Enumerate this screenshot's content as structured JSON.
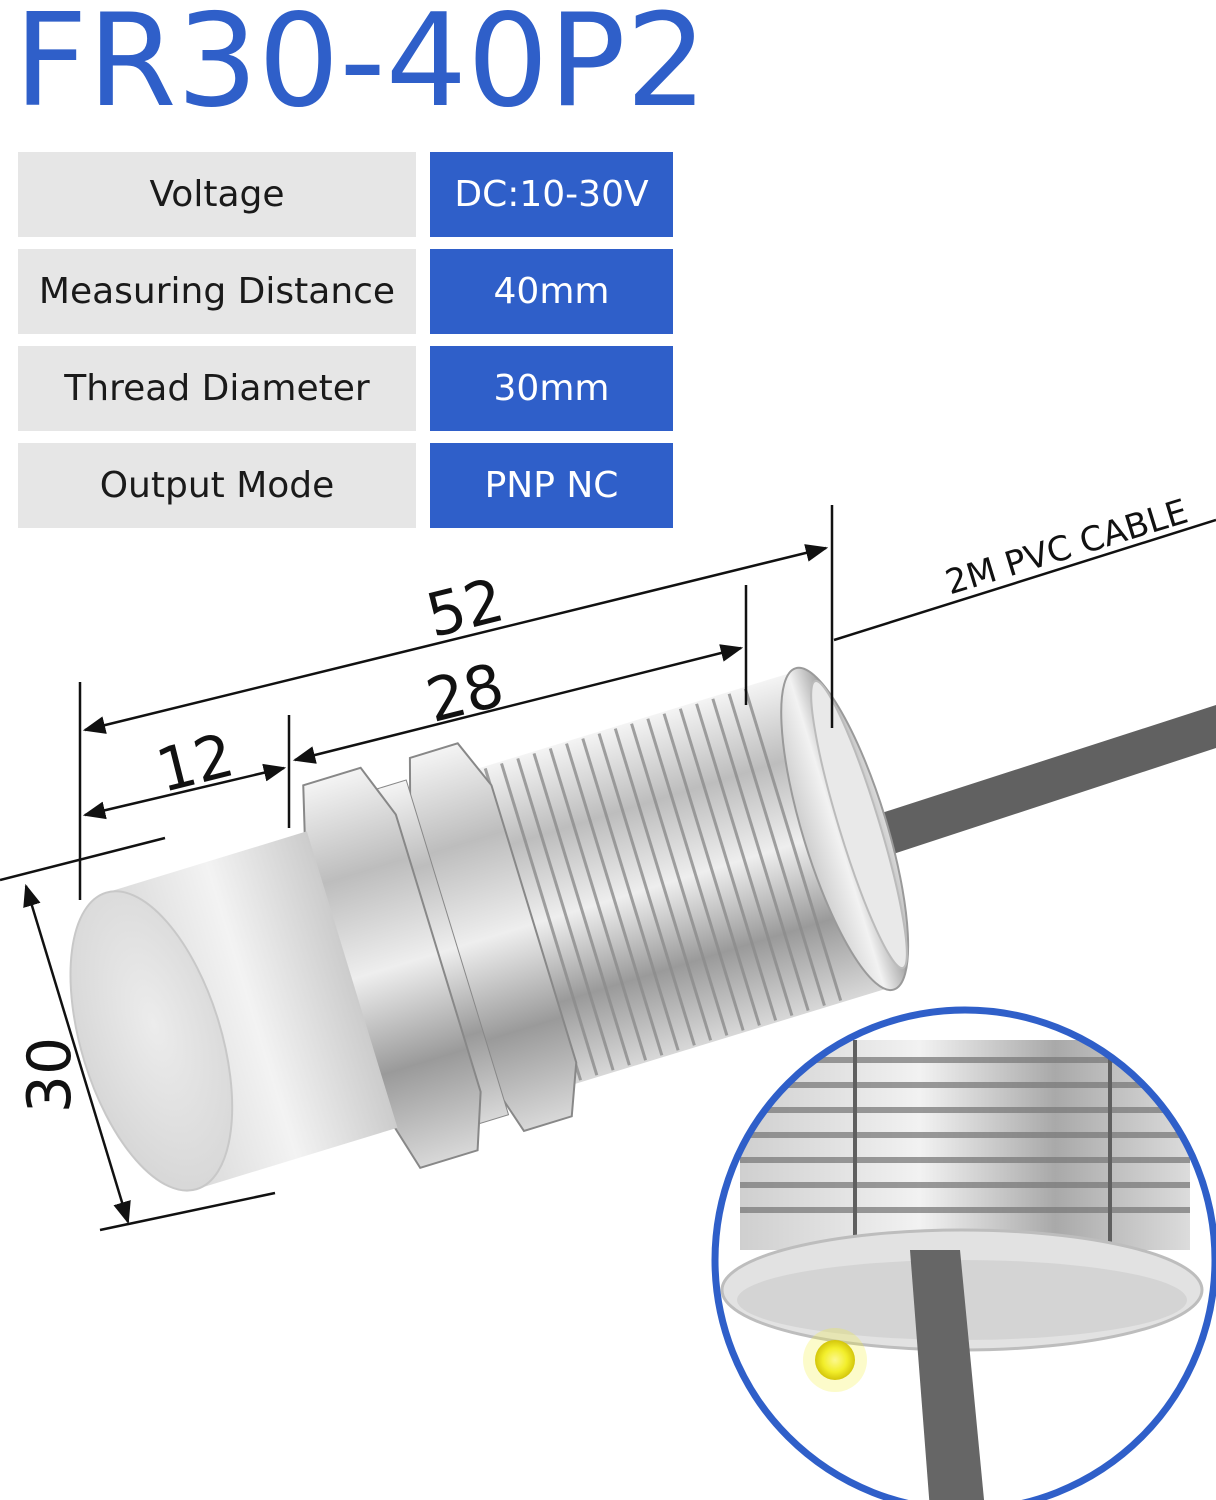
{
  "title": "FR30-40P2",
  "specs": [
    {
      "label": "Voltage",
      "value": "DC:10-30V"
    },
    {
      "label": "Measuring Distance",
      "value": "40mm"
    },
    {
      "label": "Thread Diameter",
      "value": "30mm"
    },
    {
      "label": "Output Mode",
      "value": "PNP NC"
    }
  ],
  "dimensions": {
    "overall": "52",
    "thread": "28",
    "head": "12",
    "diameter": "30"
  },
  "cable_label": "2M PVC CABLE",
  "colors": {
    "accent": "#2f5fc9",
    "label_bg": "#e6e6e6",
    "indicator_led": "#f2ee2a"
  }
}
